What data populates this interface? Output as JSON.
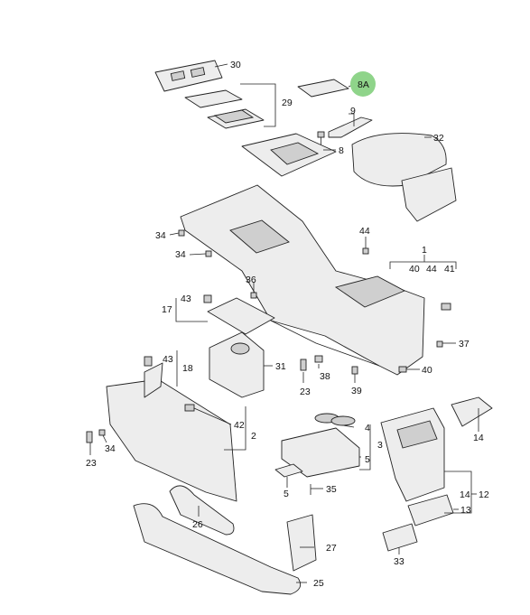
{
  "diagram": {
    "highlight_label": "8A",
    "highlight_color": "#8fd48a",
    "callouts": [
      {
        "id": "30",
        "text": "30"
      },
      {
        "id": "29",
        "text": "29"
      },
      {
        "id": "9",
        "text": "9"
      },
      {
        "id": "8",
        "text": "8"
      },
      {
        "id": "32",
        "text": "32"
      },
      {
        "id": "34a",
        "text": "34"
      },
      {
        "id": "34b",
        "text": "34"
      },
      {
        "id": "44a",
        "text": "44"
      },
      {
        "id": "1",
        "text": "1"
      },
      {
        "id": "40a",
        "text": "40"
      },
      {
        "id": "44b",
        "text": "44"
      },
      {
        "id": "41",
        "text": "41"
      },
      {
        "id": "43a",
        "text": "43"
      },
      {
        "id": "36",
        "text": "36"
      },
      {
        "id": "17",
        "text": "17"
      },
      {
        "id": "43b",
        "text": "43"
      },
      {
        "id": "18",
        "text": "18"
      },
      {
        "id": "31",
        "text": "31"
      },
      {
        "id": "38",
        "text": "38"
      },
      {
        "id": "23a",
        "text": "23"
      },
      {
        "id": "39",
        "text": "39"
      },
      {
        "id": "37",
        "text": "37"
      },
      {
        "id": "40b",
        "text": "40"
      },
      {
        "id": "42",
        "text": "42"
      },
      {
        "id": "2",
        "text": "2"
      },
      {
        "id": "4",
        "text": "4"
      },
      {
        "id": "3",
        "text": "3"
      },
      {
        "id": "5a",
        "text": "5"
      },
      {
        "id": "14a",
        "text": "14"
      },
      {
        "id": "34c",
        "text": "34"
      },
      {
        "id": "23b",
        "text": "23"
      },
      {
        "id": "5b",
        "text": "5"
      },
      {
        "id": "35",
        "text": "35"
      },
      {
        "id": "14b",
        "text": "14"
      },
      {
        "id": "12",
        "text": "12"
      },
      {
        "id": "13",
        "text": "13"
      },
      {
        "id": "26",
        "text": "26"
      },
      {
        "id": "27",
        "text": "27"
      },
      {
        "id": "33",
        "text": "33"
      },
      {
        "id": "25",
        "text": "25"
      }
    ]
  }
}
